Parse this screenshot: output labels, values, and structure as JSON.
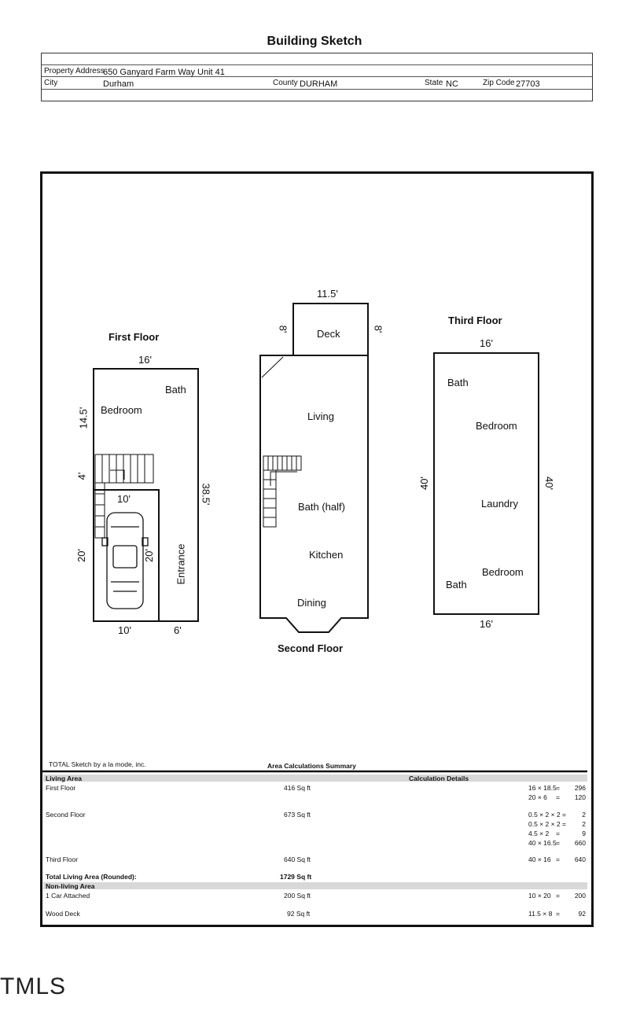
{
  "title": "Building Sketch",
  "header": {
    "property_address_label": "Property Address",
    "property_address": "650 Ganyard Farm Way Unit 41",
    "city_label": "City",
    "city": "Durham",
    "county_label": "County",
    "county": "DURHAM",
    "state_label": "State",
    "state": "NC",
    "zip_label": "Zip Code",
    "zip": "27703"
  },
  "first_floor": {
    "title": "First Floor",
    "rooms": [
      "Bath",
      "Bedroom",
      "Entrance"
    ],
    "dims": {
      "top": "16'",
      "left_upper": "14.5'",
      "left_stair": "4'",
      "garage_top": "10'",
      "left_garage": "20'",
      "garage_inner": "20'",
      "right": "38.5'",
      "bottom_left": "10'",
      "bottom_right": "6'"
    }
  },
  "second_floor": {
    "title": "Second Floor",
    "rooms": [
      "Deck",
      "Living",
      "Bath (half)",
      "Kitchen",
      "Dining"
    ],
    "dims": {
      "deck_top": "11.5'",
      "deck_left": "8'",
      "deck_right": "8'"
    }
  },
  "third_floor": {
    "title": "Third Floor",
    "rooms": [
      "Bath",
      "Bedroom",
      "Laundry",
      "Bedroom",
      "Bath"
    ],
    "dims": {
      "top": "16'",
      "left": "40'",
      "right": "40'",
      "bottom": "16'"
    }
  },
  "footer": {
    "software": "TOTAL Sketch by a la mode, inc.",
    "summary_title": "Area Calculations Summary"
  },
  "area_table": {
    "living_area_label": "Living Area",
    "calc_details_label": "Calculation Details",
    "rows": [
      {
        "name": "First Floor",
        "area": "416 Sq ft",
        "details": [
          [
            "16 × 18.5",
            "=",
            "296"
          ],
          [
            "20 × 6",
            "=",
            "120"
          ]
        ]
      },
      {
        "name": "Second Floor",
        "area": "673 Sq ft",
        "details": [
          [
            "0.5 × 2 × 2 =",
            "",
            "2"
          ],
          [
            "0.5 × 2 × 2 =",
            "",
            "2"
          ],
          [
            "4.5 × 2",
            "=",
            "9"
          ],
          [
            "40 × 16.5",
            "=",
            "660"
          ]
        ]
      },
      {
        "name": "Third Floor",
        "area": "640 Sq ft",
        "details": [
          [
            "40 × 16",
            "=",
            "640"
          ]
        ]
      }
    ],
    "total_label": "Total Living Area (Rounded):",
    "total_value": "1729 Sq ft",
    "non_living_label": "Non-living Area",
    "non_living_rows": [
      {
        "name": "1 Car Attached",
        "area": "200 Sq ft",
        "details": [
          [
            "10 × 20",
            "=",
            "200"
          ]
        ]
      },
      {
        "name": "Wood Deck",
        "area": "92 Sq ft",
        "details": [
          [
            "11.5 × 8",
            "=",
            "92"
          ]
        ]
      }
    ]
  },
  "watermark": "TMLS"
}
